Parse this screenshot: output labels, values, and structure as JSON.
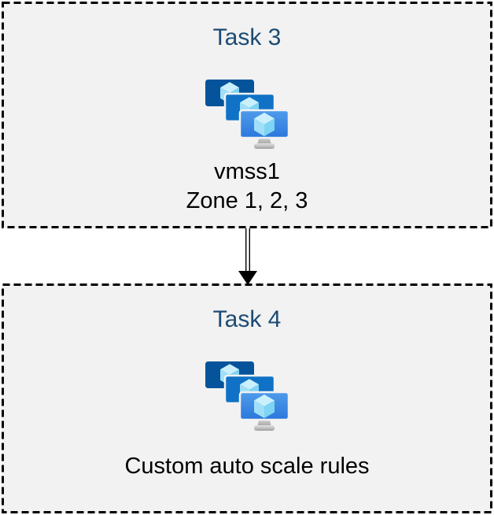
{
  "diagram": {
    "type": "azure-architecture-flow",
    "tasks": [
      {
        "title": "Task 3",
        "icon": "vm-scale-sets-icon",
        "line1": "vmss1",
        "line2": "Zone 1, 2, 3"
      },
      {
        "title": "Task 4",
        "icon": "vm-scale-sets-icon",
        "line1": "Custom auto scale rules"
      }
    ],
    "connector": "double-down-arrow-icon",
    "colors": {
      "box_fill": "#f2f2f2",
      "box_border": "#000000",
      "title_text": "#1c4b74",
      "body_text": "#000000",
      "monitor_back": "#04539b",
      "monitor_middle": "#1072c6",
      "monitor_front_top": "#4f9ceb",
      "monitor_front_bottom": "#2c77dc",
      "cube_top": "#c9f0fc",
      "cube_left": "#9fe0f8",
      "cube_right": "#7fd3f3",
      "stand_light": "#dcdcdc",
      "stand_dark": "#a0a0a0"
    }
  }
}
